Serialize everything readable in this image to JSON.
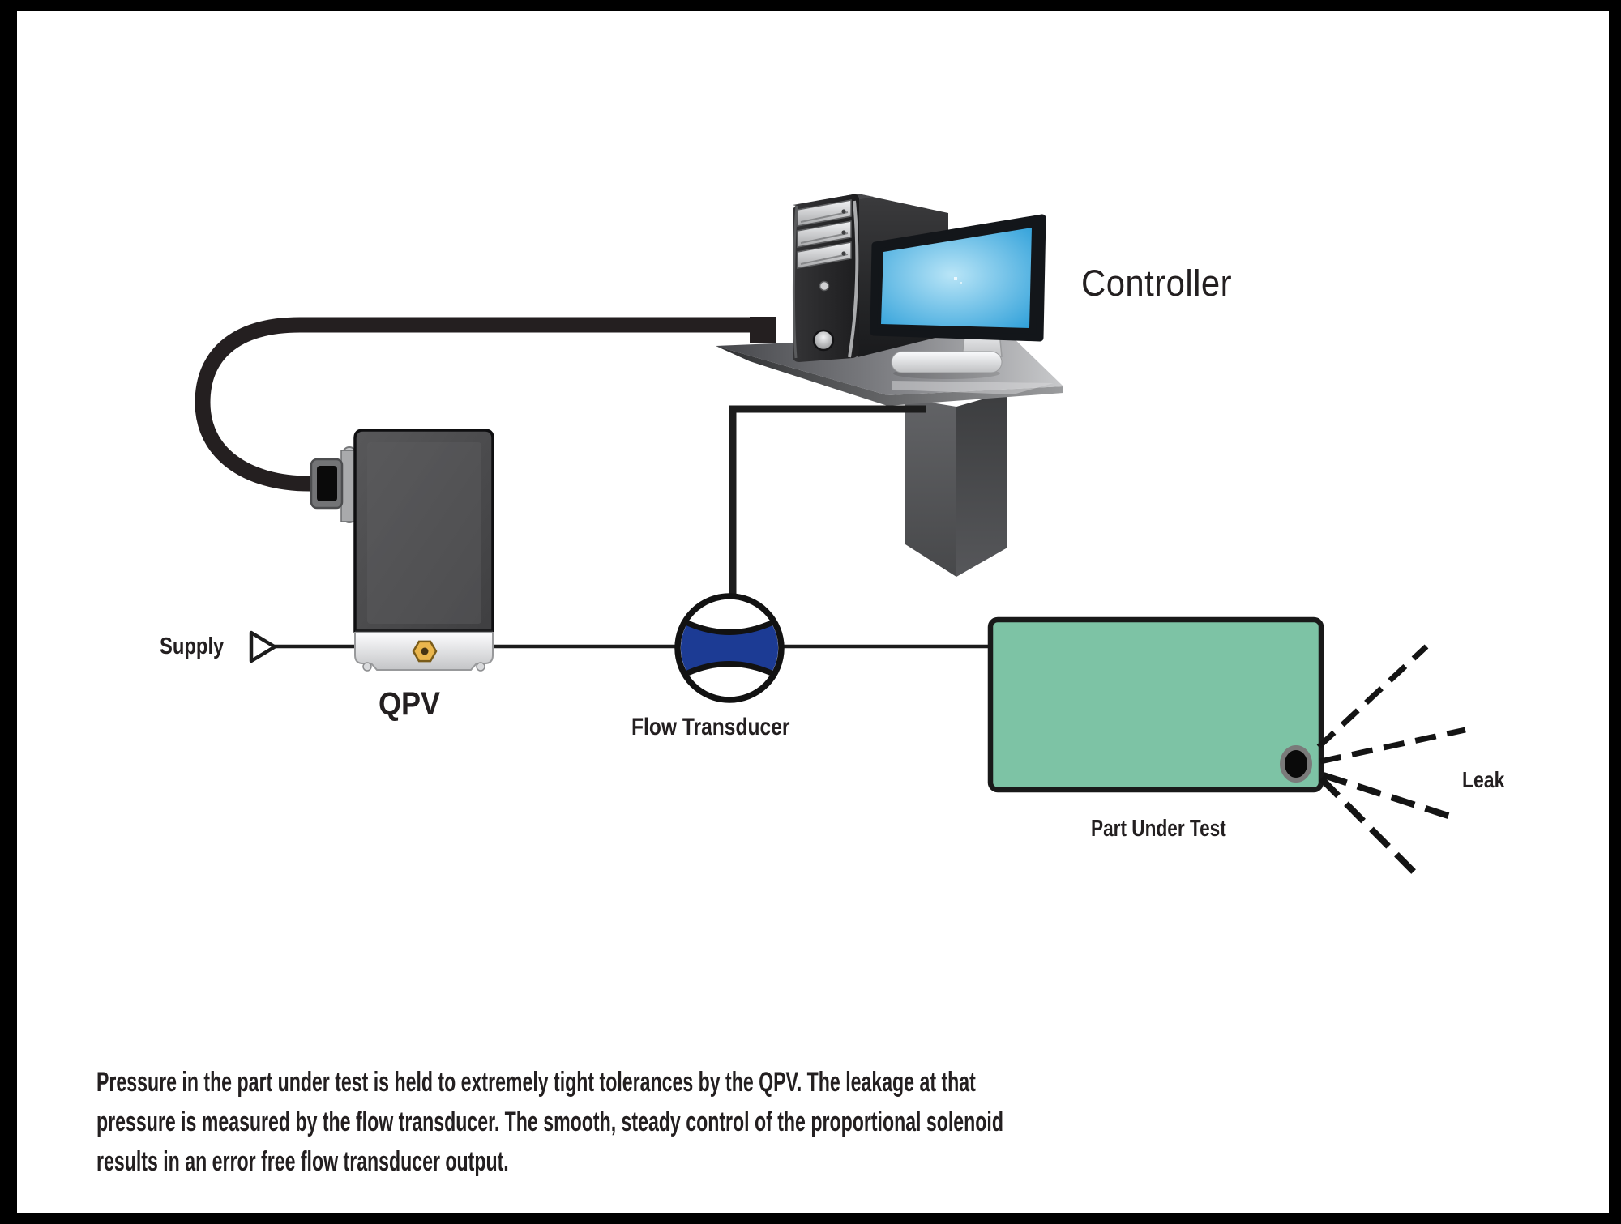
{
  "diagram": {
    "labels": {
      "controller": "Controller",
      "supply": "Supply",
      "qpv": "QPV",
      "flow_transducer": "Flow Transducer",
      "part_under_test": "Part Under Test",
      "leak": "Leak"
    },
    "caption_lines": [
      "Pressure in the part under test is held to extremely tight tolerances by the QPV. The leakage at that",
      "pressure is measured by the flow transducer. The smooth, steady control of the proportional solenoid",
      "results in an error free flow transducer output."
    ],
    "colors": {
      "part_under_test_fill": "#7dc3a5",
      "transducer_blue": "#1c3b94",
      "screen_center": "#b9e5f7",
      "screen_edge": "#2d9fd9",
      "ink": "#231f20"
    }
  }
}
